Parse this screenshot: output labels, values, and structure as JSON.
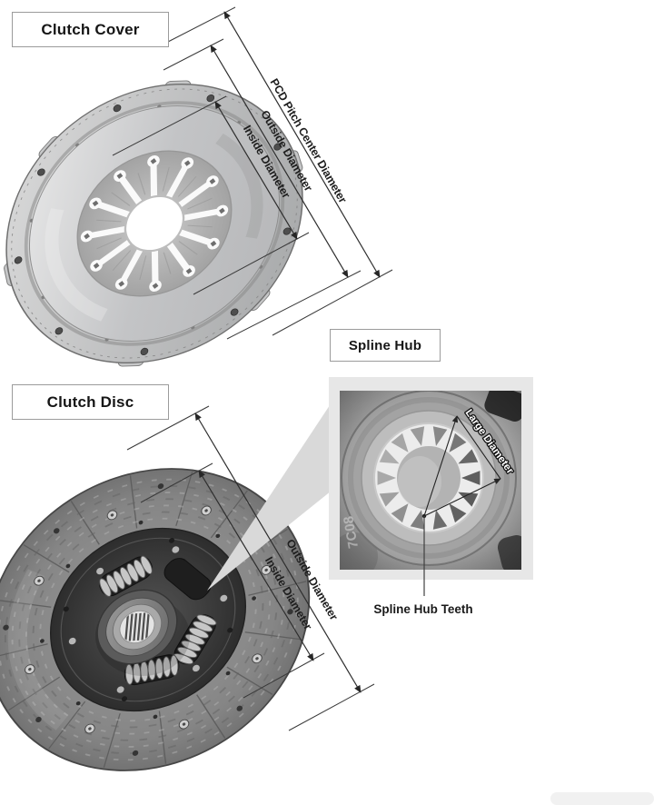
{
  "labels": {
    "clutch_cover": "Clutch Cover",
    "clutch_disc": "Clutch Disc",
    "spline_hub": "Spline Hub",
    "spline_hub_teeth": "Spline Hub Teeth"
  },
  "cover_dimensions": {
    "pcd": "PCD Pitch Center Diameter",
    "outside": "Outside Diameter",
    "inside": "Inside Diameter"
  },
  "disc_dimensions": {
    "outside": "Outside Diameter",
    "inside": "Inside Diameter"
  },
  "inset": {
    "large_diameter": "Large Diameter",
    "stamp": "7C08"
  },
  "colors": {
    "background": "#ffffff",
    "annotation_line": "#2e2e2e",
    "label_text": "#161616",
    "box_border": "#9b9b9b",
    "callout_wedge": "#d9d9d9",
    "inset_frame": "#e7e7e7"
  }
}
